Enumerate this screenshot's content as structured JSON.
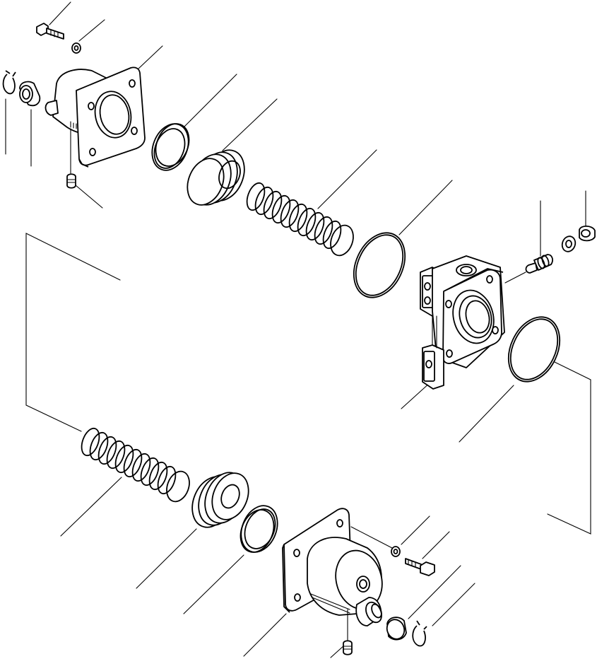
{
  "diagram": {
    "type": "exploded-parts-view",
    "line_color": "#000000",
    "background": "#ffffff",
    "parts": [
      {
        "name": "flange-bolt-top",
        "icon": "bolt-icon"
      },
      {
        "name": "washer-top",
        "icon": "washer-icon"
      },
      {
        "name": "end-cover-top",
        "icon": "cover-icon"
      },
      {
        "name": "snap-ring-top",
        "icon": "snap-ring-icon"
      },
      {
        "name": "bushing-top",
        "icon": "bushing-icon"
      },
      {
        "name": "set-screw-top",
        "icon": "set-screw-icon"
      },
      {
        "name": "seal-ring-top",
        "icon": "seal-ring-icon"
      },
      {
        "name": "piston-top",
        "icon": "piston-icon"
      },
      {
        "name": "spring-top",
        "icon": "spring-icon"
      },
      {
        "name": "o-ring-top",
        "icon": "o-ring-icon"
      },
      {
        "name": "valve-body",
        "icon": "valve-body-icon"
      },
      {
        "name": "fitting",
        "icon": "fitting-icon"
      },
      {
        "name": "fitting-washer",
        "icon": "washer-icon"
      },
      {
        "name": "o-ring-bottom",
        "icon": "o-ring-icon"
      },
      {
        "name": "spring-bottom",
        "icon": "spring-icon"
      },
      {
        "name": "piston-bottom",
        "icon": "piston-icon"
      },
      {
        "name": "seal-ring-bottom",
        "icon": "seal-ring-icon"
      },
      {
        "name": "end-cover-bottom",
        "icon": "cover-icon"
      },
      {
        "name": "washer-bottom",
        "icon": "washer-icon"
      },
      {
        "name": "flange-bolt-bottom",
        "icon": "bolt-icon"
      },
      {
        "name": "bushing-bottom",
        "icon": "bushing-icon"
      },
      {
        "name": "snap-ring-bottom",
        "icon": "snap-ring-icon"
      },
      {
        "name": "set-screw-bottom",
        "icon": "set-screw-icon"
      }
    ]
  }
}
